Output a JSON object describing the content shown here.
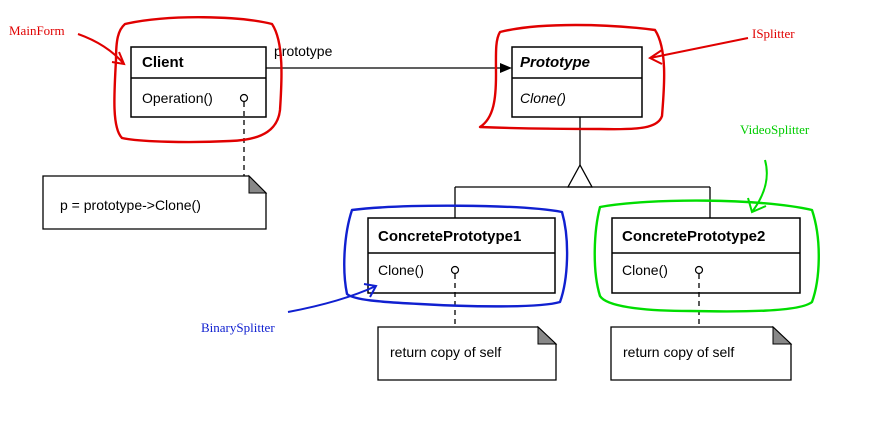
{
  "classes": {
    "client": {
      "name": "Client",
      "operation": "Operation()"
    },
    "prototype": {
      "name": "Prototype",
      "operation": "Clone()"
    },
    "concrete1": {
      "name": "ConcretePrototype1",
      "operation": "Clone()"
    },
    "concrete2": {
      "name": "ConcretePrototype2",
      "operation": "Clone()"
    }
  },
  "association_label": "prototype",
  "notes": {
    "client": "p = prototype->Clone()",
    "concrete1": "return copy of self",
    "concrete2": "return copy of self"
  },
  "annotations": {
    "mainform": {
      "text": "MainForm",
      "color": "#e00000"
    },
    "isplitter": {
      "text": "ISplitter",
      "color": "#e00000"
    },
    "videosplitter": {
      "text": "VideoSplitter",
      "color": "#00cc00"
    },
    "binarysplitter": {
      "text": "BinarySplitter",
      "color": "#1020d0"
    }
  },
  "colors": {
    "red": "#e00000",
    "green": "#00dd00",
    "blue": "#1020d0"
  }
}
